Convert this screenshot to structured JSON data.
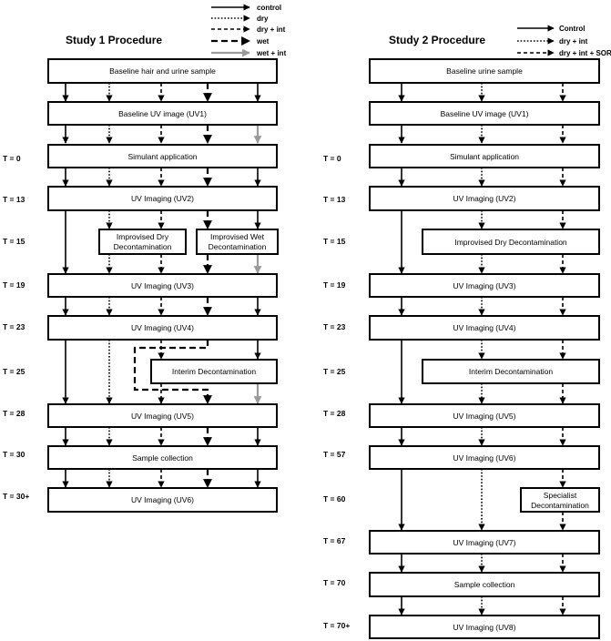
{
  "study1": {
    "title": "Study 1 Procedure",
    "legend": [
      "control",
      "dry",
      "dry + int",
      "wet",
      "wet + int"
    ],
    "steps": {
      "baseline": "Baseline hair and urine sample",
      "uv1": "Baseline UV image (UV1)",
      "simulant": "Simulant application",
      "uv2": "UV Imaging (UV2)",
      "dry_decon_1": "Improvised Dry",
      "dry_decon_2": "Decontamination",
      "wet_decon_1": "Improvised Wet",
      "wet_decon_2": "Decontamination",
      "uv3": "UV Imaging (UV3)",
      "uv4": "UV Imaging (UV4)",
      "interim": "Interim Decontamination",
      "uv5": "UV Imaging (UV5)",
      "sample": "Sample collection",
      "uv6": "UV Imaging (UV6)"
    },
    "times": [
      "T = 0",
      "T = 13",
      "T = 15",
      "T = 19",
      "T = 23",
      "T = 25",
      "T = 28",
      "T = 30",
      "T = 30+"
    ]
  },
  "study2": {
    "title": "Study 2 Procedure",
    "legend": [
      "Control",
      "dry + int",
      "dry + int + SOR"
    ],
    "steps": {
      "baseline": "Baseline urine sample",
      "uv1": "Baseline UV image (UV1)",
      "simulant": "Simulant application",
      "uv2": "UV Imaging (UV2)",
      "dry_decon": "Improvised Dry Decontamination",
      "uv3": "UV Imaging (UV3)",
      "uv4": "UV Imaging (UV4)",
      "interim": "Interim Decontamination",
      "uv5": "UV Imaging (UV5)",
      "uv6": "UV Imaging (UV6)",
      "spec_1": "Specialist",
      "spec_2": "Decontamination",
      "uv7": "UV Imaging (UV7)",
      "sample": "Sample collection",
      "uv8": "UV Imaging (UV8)"
    },
    "times": [
      "T = 0",
      "T = 13",
      "T = 15",
      "T = 19",
      "T = 23",
      "T = 25",
      "T = 28",
      "T = 57",
      "T = 60",
      "T = 67",
      "T = 70",
      "T = 70+"
    ]
  }
}
